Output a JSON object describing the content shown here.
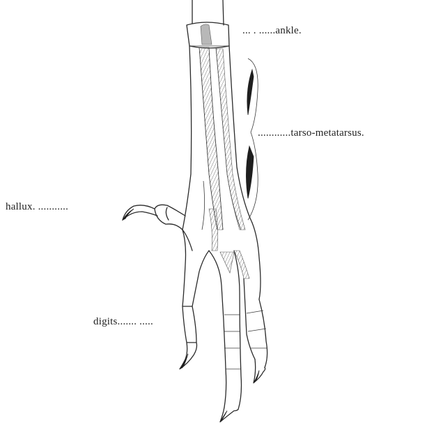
{
  "labels": {
    "ankle": "... . ......ankle.",
    "tarso_metatarsus": "............tarso-metatarsus.",
    "hallux": "hallux. ...........",
    "digits": "digits....... ....."
  }
}
